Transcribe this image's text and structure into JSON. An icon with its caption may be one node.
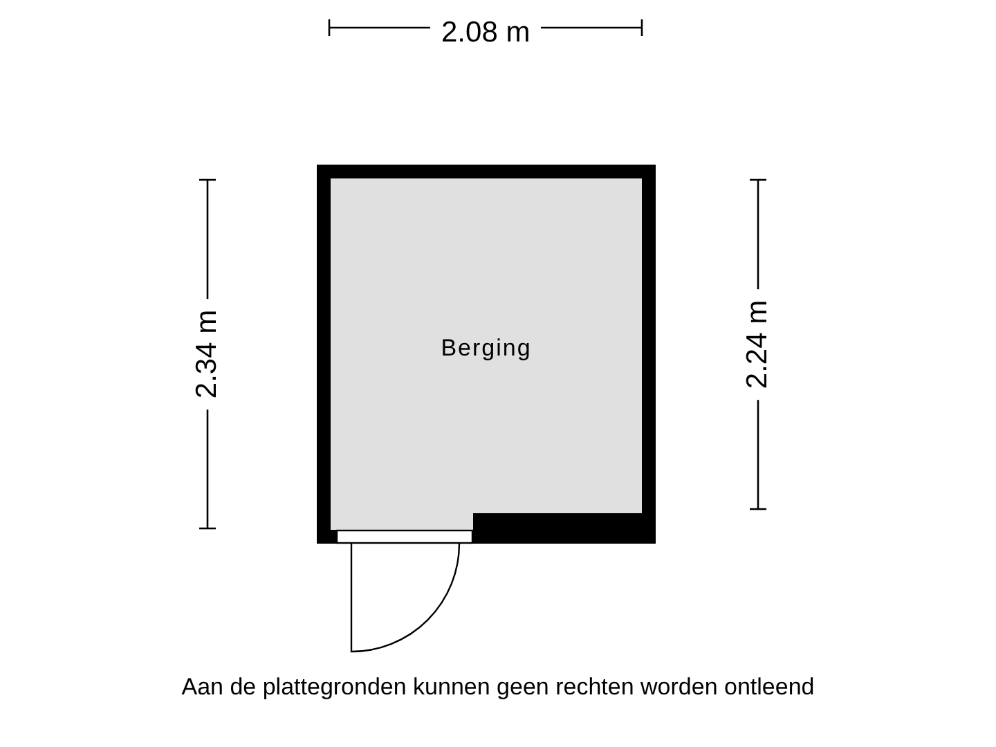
{
  "diagram": {
    "caption": "Aan de plattegronden kunnen geen rechten worden ontleend",
    "nodes": [
      {
        "text": [
          "Berging"
        ]
      }
    ],
    "labels": [
      "2.08 m",
      "2.34 m",
      "2.24 m"
    ]
  }
}
